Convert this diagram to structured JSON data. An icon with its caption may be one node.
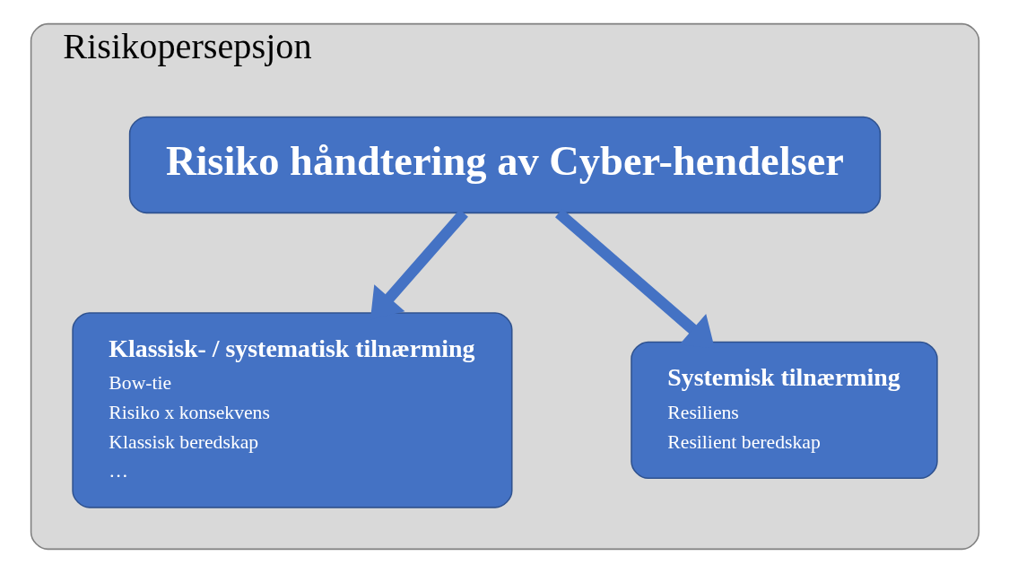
{
  "diagram": {
    "nodes": [
      {
        "text": [
          "Risikopersepsjon"
        ]
      },
      {
        "text": [
          "Risiko håndtering av Cyber-hendelser"
        ],
        "in": 0
      },
      {
        "text": [
          "Klassisk- / systematisk tilnærming",
          "Bow-tie",
          "Risiko x konsekvens",
          "Klassisk beredskap",
          "…"
        ],
        "in": 0
      },
      {
        "text": [
          "Systemisk tilnærming",
          "Resiliens",
          "Resilient beredskap"
        ],
        "in": 0
      }
    ],
    "edges": [
      {
        "from": 1,
        "to": 2,
        "arrow": "to"
      },
      {
        "from": 1,
        "to": 3,
        "arrow": "to"
      }
    ]
  }
}
